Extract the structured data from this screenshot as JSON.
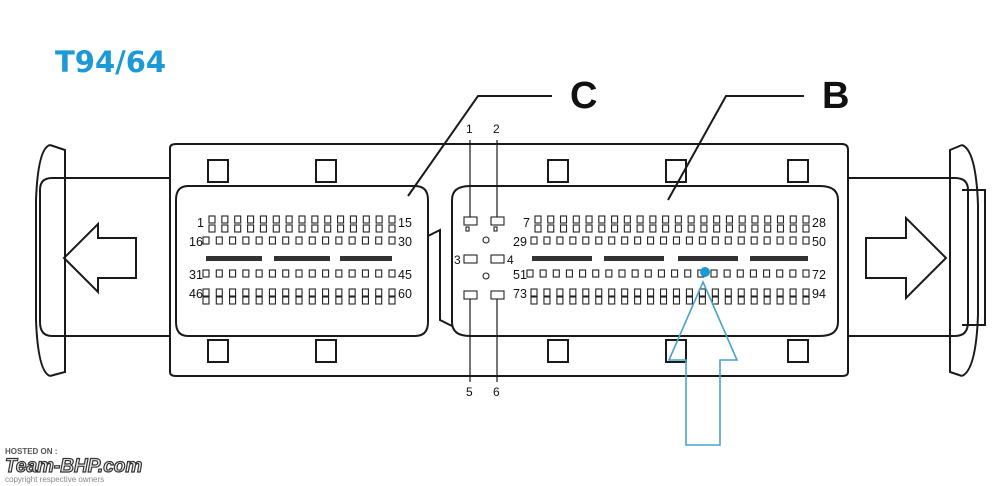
{
  "title": "T94/64",
  "section_labels": {
    "left": "C",
    "right": "B"
  },
  "connector_c": {
    "row_labels": [
      {
        "start": "1",
        "end": "15"
      },
      {
        "start": "16",
        "end": "30"
      },
      {
        "start": "31",
        "end": "45"
      },
      {
        "start": "46",
        "end": "60"
      }
    ]
  },
  "small_pins": {
    "top": [
      "1",
      "2"
    ],
    "middle": [
      "3",
      "4"
    ],
    "bottom": [
      "5",
      "6"
    ]
  },
  "connector_b": {
    "row_labels": [
      {
        "start": "7",
        "end": "28"
      },
      {
        "start": "29",
        "end": "50"
      },
      {
        "start": "51",
        "end": "72"
      },
      {
        "start": "73",
        "end": "94"
      }
    ]
  },
  "highlight_color": "#1b9ad6",
  "pointer_arrow_color": "#4aa3c8",
  "watermark": {
    "hosted": "HOSTED ON :",
    "brand": "Team-BHP.com",
    "copyright": "copyright respective owners"
  }
}
